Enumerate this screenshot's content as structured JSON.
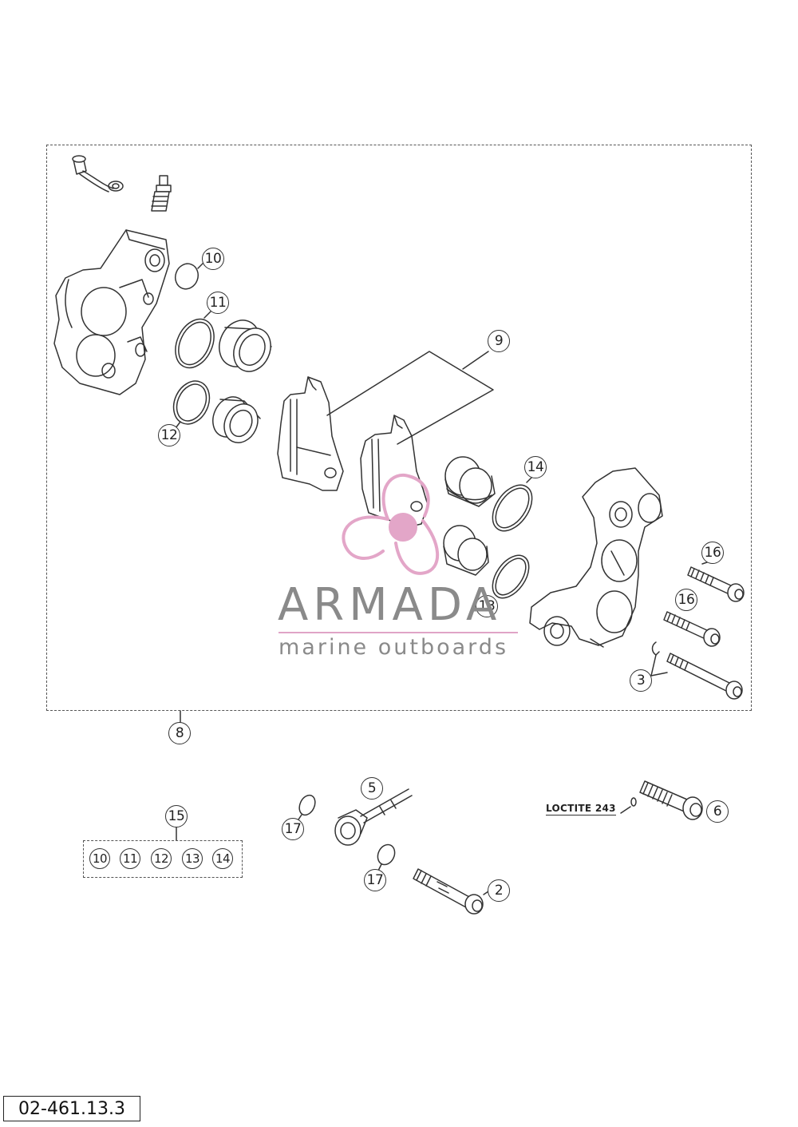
{
  "diagram_code": "02-461.13.3",
  "loctite_label": "LOCTITE 243",
  "watermark": {
    "brand": "ARMADA",
    "tagline": "marine outboards",
    "brand_color": "#8a8a8a",
    "logo_color": "#e3a6c8"
  },
  "callouts": {
    "c10": "10",
    "c11": "11",
    "c12": "12",
    "c9": "9",
    "c14": "14",
    "c13": "13",
    "c16a": "16",
    "c16b": "16",
    "c3": "3",
    "c8": "8",
    "c15": "15",
    "c5": "5",
    "c6": "6",
    "c17a": "17",
    "c17b": "17",
    "c2": "2"
  },
  "kit_items": [
    "10",
    "11",
    "12",
    "13",
    "14"
  ],
  "line_color": "#333333"
}
